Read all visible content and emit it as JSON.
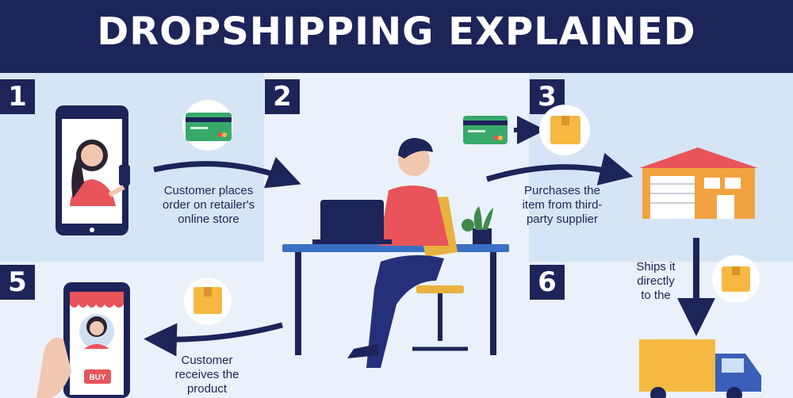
{
  "title": "DROPSHIPPING EXPLAINED",
  "steps": [
    {
      "number": "1",
      "caption": [
        "Customer places",
        "order on retailer's",
        "online store"
      ]
    },
    {
      "number": "2"
    },
    {
      "number": "3",
      "caption": [
        "Purchases the",
        "item from third-",
        "party supplier"
      ]
    },
    {
      "number": "5",
      "caption": [
        "Customer",
        "receives the",
        "product"
      ]
    },
    {
      "number": "6",
      "caption": [
        "Ships it",
        "directly",
        "to the"
      ]
    }
  ],
  "buy_label": "BUY",
  "colors": {
    "navy": "#1c2459",
    "accent_red": "#e8545a",
    "accent_yellow": "#f5b942",
    "accent_green": "#39a96b"
  }
}
